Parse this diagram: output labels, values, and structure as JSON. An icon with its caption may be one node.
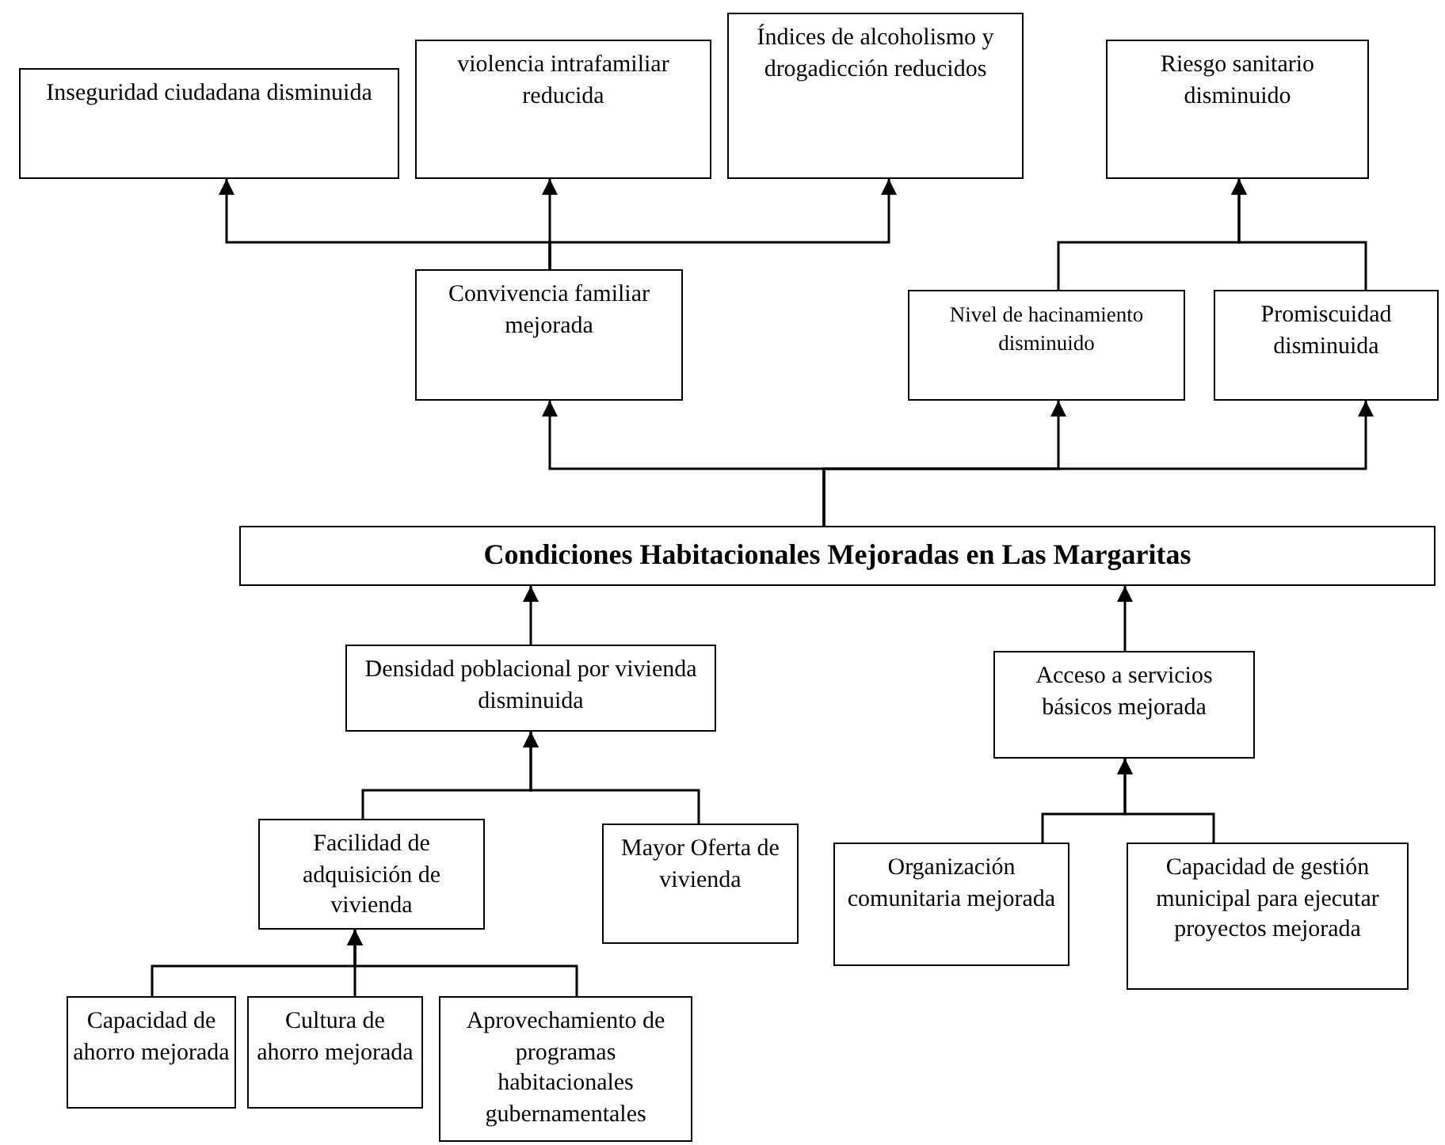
{
  "diagram": {
    "nodes": [
      {
        "text": [
          "Inseguridad ciudadana disminuida"
        ]
      },
      {
        "text": [
          "violencia intrafamiliar reducida"
        ]
      },
      {
        "text": [
          "Índices de alcoholismo y drogadicción reducidos"
        ]
      },
      {
        "text": [
          "Riesgo sanitario disminuido"
        ]
      },
      {
        "text": [
          "Convivencia familiar mejorada"
        ]
      },
      {
        "text": [
          "Nivel de hacinamiento disminuido"
        ]
      },
      {
        "text": [
          "Promiscuidad disminuida"
        ]
      },
      {
        "text": [
          "Condiciones Habitacionales Mejoradas en Las Margaritas"
        ]
      },
      {
        "text": [
          "Densidad poblacional por vivienda disminuida"
        ]
      },
      {
        "text": [
          "Acceso a servicios básicos mejorada"
        ]
      },
      {
        "text": [
          "Facilidad de adquisición de vivienda"
        ]
      },
      {
        "text": [
          "Mayor Oferta de vivienda"
        ]
      },
      {
        "text": [
          "Organización comunitaria mejorada"
        ]
      },
      {
        "text": [
          "Capacidad de gestión municipal para ejecutar proyectos mejorada"
        ]
      },
      {
        "text": [
          "Capacidad de ahorro mejorada"
        ]
      },
      {
        "text": [
          "Cultura de ahorro mejorada"
        ]
      },
      {
        "text": [
          "Aprovechamiento de programas habitacionales gubernamentales"
        ]
      }
    ],
    "edges": [
      {
        "from": 4,
        "to": 0,
        "arrow": "to"
      },
      {
        "from": 4,
        "to": 1,
        "arrow": "to"
      },
      {
        "from": 4,
        "to": 2,
        "arrow": "to"
      },
      {
        "from": 5,
        "to": 3,
        "arrow": "to"
      },
      {
        "from": 6,
        "to": 3,
        "arrow": "to"
      },
      {
        "from": 7,
        "to": 4,
        "arrow": "to"
      },
      {
        "from": 7,
        "to": 5,
        "arrow": "to"
      },
      {
        "from": 7,
        "to": 6,
        "arrow": "to"
      },
      {
        "from": 8,
        "to": 7,
        "arrow": "to"
      },
      {
        "from": 9,
        "to": 7,
        "arrow": "to"
      },
      {
        "from": 10,
        "to": 8,
        "arrow": "to"
      },
      {
        "from": 11,
        "to": 8,
        "arrow": "to"
      },
      {
        "from": 12,
        "to": 9,
        "arrow": "to"
      },
      {
        "from": 13,
        "to": 9,
        "arrow": "to"
      },
      {
        "from": 14,
        "to": 10,
        "arrow": "to"
      },
      {
        "from": 15,
        "to": 10,
        "arrow": "to"
      },
      {
        "from": 16,
        "to": 10,
        "arrow": "to"
      }
    ]
  }
}
